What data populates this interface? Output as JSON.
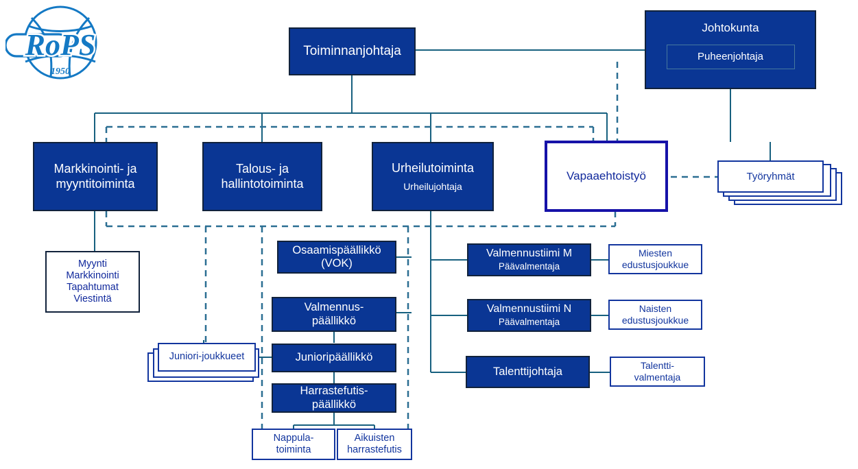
{
  "org": {
    "logo": {
      "name": "RoPS",
      "year": "1950"
    },
    "nodes": {
      "toiminnanjohtaja": {
        "title": "Toiminnanjohtaja"
      },
      "johtokunta": {
        "title": "Johtokunta",
        "sub": "Puheenjohtaja"
      },
      "markkinointi": {
        "title": "Markkinointi- ja\nmyyntitoiminta"
      },
      "talous": {
        "title": "Talous- ja\nhallintotoiminta"
      },
      "urheilutoiminta": {
        "title": "Urheilutoiminta",
        "sub": "Urheilujohtaja"
      },
      "vapaaehtoistyo": {
        "title": "Vapaaehtoistyö"
      },
      "tyoryhmat": {
        "title": "Työryhmät"
      },
      "myynti": {
        "title": "Myynti\nMarkkinointi\nTapahtumat\nViestintä"
      },
      "osaamispaallikko": {
        "title": "Osaamispäällikkö\n(VOK)"
      },
      "valmennuspaallikko": {
        "title": "Valmennus-\npäällikkö"
      },
      "junioripaallikko": {
        "title": "Junioripäällikkö"
      },
      "harrastefutis": {
        "title": "Harrastefutis-\npäällikkö"
      },
      "juniorijoukkueet": {
        "title": "Juniori-joukkueet"
      },
      "nappulatoiminta": {
        "title": "Nappula-\ntoiminta"
      },
      "aikuistenharrastefutis": {
        "title": "Aikuisten\nharrastefutis"
      },
      "valmennustiimi_m": {
        "title": "Valmennustiimi M",
        "sub": "Päävalmentaja"
      },
      "valmennustiimi_n": {
        "title": "Valmennustiimi N",
        "sub": "Päävalmentaja"
      },
      "talenttijohtaja": {
        "title": "Talenttijohtaja"
      },
      "miesten_edustus": {
        "title": "Miesten\nedustusjoukkue"
      },
      "naisten_edustus": {
        "title": "Naisten\nedustusjoukkue"
      },
      "talenttivalmentaja": {
        "title": "Talentti-\nvalmentaja"
      }
    },
    "colors": {
      "fill_dark_blue": "#0A3694",
      "border_dark": "#11223B",
      "border_blue": "#12359E",
      "emphasis_border": "#1612A8",
      "connector_solid": "#17607F",
      "connector_dashed": "#2A6E92",
      "text_white": "#FFFFFF",
      "text_blue": "#11299C",
      "logo_blue": "#1479C4"
    }
  }
}
